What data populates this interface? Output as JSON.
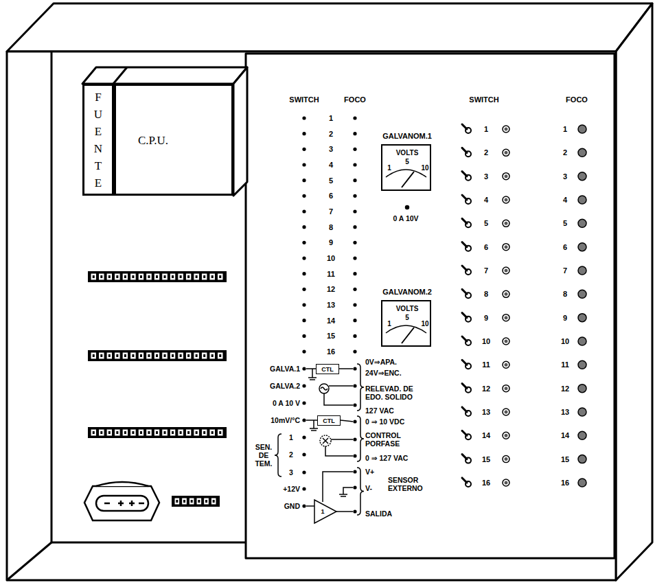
{
  "diagram": {
    "nodes": [
      {
        "text": [
          "FUENTE"
        ]
      },
      {
        "text": [
          "C.P.U."
        ]
      },
      {
        "text": [
          "GALVANOM.1",
          "VOLTS",
          "1",
          "5",
          "10"
        ]
      },
      {
        "text": [
          "GALVANOM.2",
          "VOLTS",
          "1",
          "5",
          "10"
        ]
      },
      {
        "text": [
          "CTL"
        ]
      },
      {
        "text": [
          "CTL"
        ]
      }
    ],
    "labels": [
      "SWITCH",
      "FOCO",
      "1",
      "2",
      "3",
      "4",
      "5",
      "6",
      "7",
      "8",
      "9",
      "10",
      "11",
      "12",
      "13",
      "14",
      "15",
      "16",
      "SWITCH",
      "FOCO",
      "1",
      "2",
      "3",
      "4",
      "5",
      "6",
      "7",
      "8",
      "9",
      "10",
      "11",
      "12",
      "13",
      "14",
      "15",
      "16",
      "1",
      "2",
      "3",
      "4",
      "5",
      "6",
      "7",
      "8",
      "9",
      "10",
      "11",
      "12",
      "13",
      "14",
      "15",
      "16",
      "0 A 10V",
      "GALVA.1",
      "GALVA.2",
      "0 A 10 V",
      "10mV/°C",
      "SEN. DE TEM.",
      "1",
      "2",
      "3",
      "+12V",
      "GND",
      "0V⇒APA.",
      "24V⇒ENC.",
      "RELEVAD. DE EDO. SOLIDO",
      "127 VAC",
      "0 ⇒ 10 VDC",
      "CONTROL PORFASE",
      "0 ⇒ 127 VAC",
      "V+",
      "V-",
      "SENSOR EXTERNO",
      "SALIDA",
      "1"
    ]
  }
}
